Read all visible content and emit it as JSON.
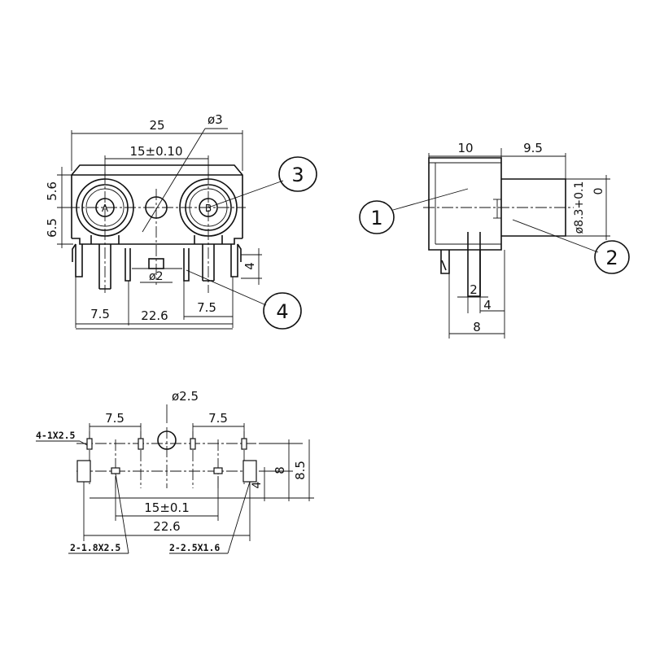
{
  "front_view": {
    "dim_width": "25",
    "dim_jack_spacing": "15±0.10",
    "dim_hole": "ø3",
    "dim_top": "5.6",
    "dim_mid": "6.5",
    "dim_pin_height": "4",
    "dim_pin": "ø2",
    "dim_left_pin": "7.5",
    "dim_outer_pins": "22.6",
    "dim_right_pin": "7.5",
    "jack_a_label": "A",
    "jack_b_label": "B",
    "callout_3": "3",
    "callout_4": "4"
  },
  "side_view": {
    "dim_body": "10",
    "dim_barrel": "9.5",
    "dim_barrel_dia": "ø8.3+0.1",
    "dim_barrel_tol": "0",
    "dim_pin": "2",
    "dim_pin_offset": "4",
    "dim_depth": "8",
    "callout_1": "1",
    "callout_2": "2"
  },
  "footprint_view": {
    "dim_hole": "ø2.5",
    "dim_left": "7.5",
    "dim_right": "7.5",
    "dim_inner": "15±0.1",
    "dim_outer": "22.6",
    "dim_height_1": "8",
    "dim_height_2": "8.5",
    "dim_pad_offset": "4",
    "label_slots": "4-1X2.5",
    "label_pins": "2-1.8X2.5",
    "label_pads": "2-2.5X1.6"
  }
}
